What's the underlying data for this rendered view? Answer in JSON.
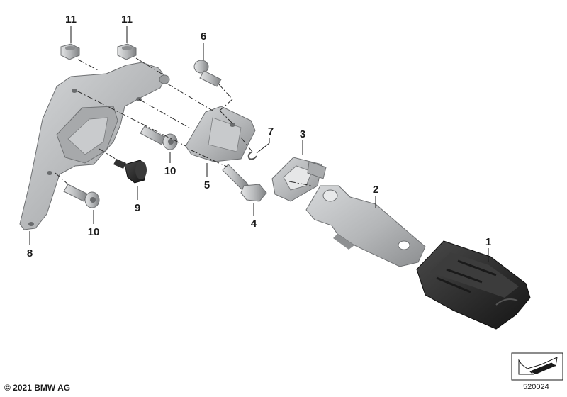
{
  "callouts": {
    "c1": "1",
    "c2": "2",
    "c3": "3",
    "c4": "4",
    "c5": "5",
    "c6": "6",
    "c7": "7",
    "c8": "8",
    "c9": "9",
    "c10a": "10",
    "c10b": "10",
    "c11a": "11",
    "c11b": "11"
  },
  "footer": {
    "copyright": "© 2021 BMW AG",
    "diagram_id": "520024"
  },
  "colors": {
    "metal": "#b9bbbd",
    "metal_dark": "#8e9092",
    "rubber": "#2b2b2b",
    "ink": "#1a1a1a"
  }
}
